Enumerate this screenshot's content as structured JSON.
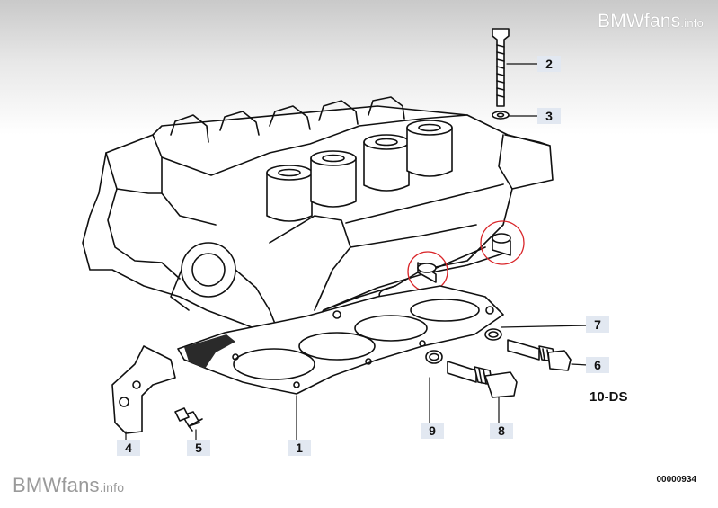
{
  "watermark": {
    "brand": "BMWfans",
    "suffix": ".info"
  },
  "callouts": [
    {
      "id": "1",
      "label": "1"
    },
    {
      "id": "2",
      "label": "2"
    },
    {
      "id": "3",
      "label": "3"
    },
    {
      "id": "4",
      "label": "4"
    },
    {
      "id": "5",
      "label": "5"
    },
    {
      "id": "6",
      "label": "6"
    },
    {
      "id": "7",
      "label": "7"
    },
    {
      "id": "8",
      "label": "8"
    },
    {
      "id": "9",
      "label": "9"
    }
  ],
  "variant_code": "10-DS",
  "diagram_number": "00000934",
  "colors": {
    "background_top": "#c9c9c9",
    "callout_bg": "#e2e8f1",
    "highlight_circle": "#d9262a",
    "line": "#111111"
  }
}
